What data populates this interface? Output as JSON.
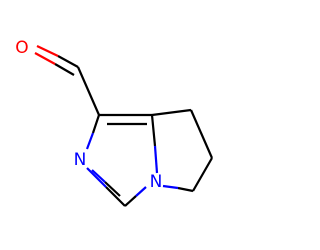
{
  "molecule": {
    "atoms": [
      {
        "symbol": "O",
        "color": "#ff0000"
      },
      {
        "symbol": "N",
        "color": "#0000ff"
      },
      {
        "symbol": "N",
        "color": "#0000ff"
      }
    ]
  }
}
